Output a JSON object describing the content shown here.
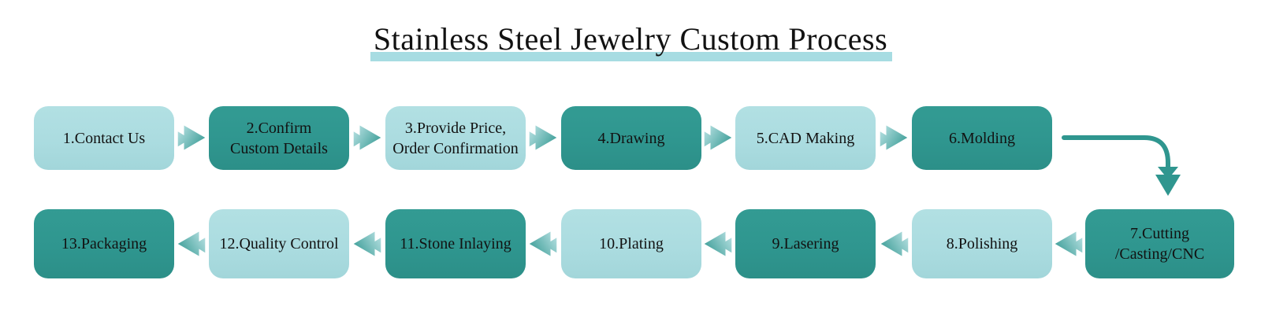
{
  "title": "Stainless Steel Jewelry Custom Process",
  "colors": {
    "box_dark": "#2F968F",
    "box_light": "#ABDCE0",
    "arrow_gradient_light": "#BCE3E5",
    "arrow_gradient_dark": "#2F968F",
    "connector": "#2F968F",
    "title_underline": "#A7DCE2",
    "text": "#121212",
    "background": "#FFFFFF"
  },
  "steps": [
    {
      "label": "1.Contact Us",
      "tone": "light"
    },
    {
      "label": "2.Confirm\nCustom Details",
      "tone": "dark"
    },
    {
      "label": "3.Provide Price,\nOrder Confirmation",
      "tone": "light"
    },
    {
      "label": "4.Drawing",
      "tone": "dark"
    },
    {
      "label": "5.CAD Making",
      "tone": "light"
    },
    {
      "label": "6.Molding",
      "tone": "dark"
    },
    {
      "label": "7.Cutting\n/Casting/CNC",
      "tone": "dark"
    },
    {
      "label": "8.Polishing",
      "tone": "light"
    },
    {
      "label": "9.Lasering",
      "tone": "dark"
    },
    {
      "label": "10.Plating",
      "tone": "light"
    },
    {
      "label": "11.Stone Inlaying",
      "tone": "dark"
    },
    {
      "label": "12.Quality Control",
      "tone": "light"
    },
    {
      "label": "13.Packaging",
      "tone": "dark"
    }
  ],
  "flow": {
    "row1_direction": "left-to-right",
    "row2_direction": "right-to-left",
    "row_transition": "elbow-arrow-down from 6.Molding to 7.Cutting/Casting/CNC"
  }
}
